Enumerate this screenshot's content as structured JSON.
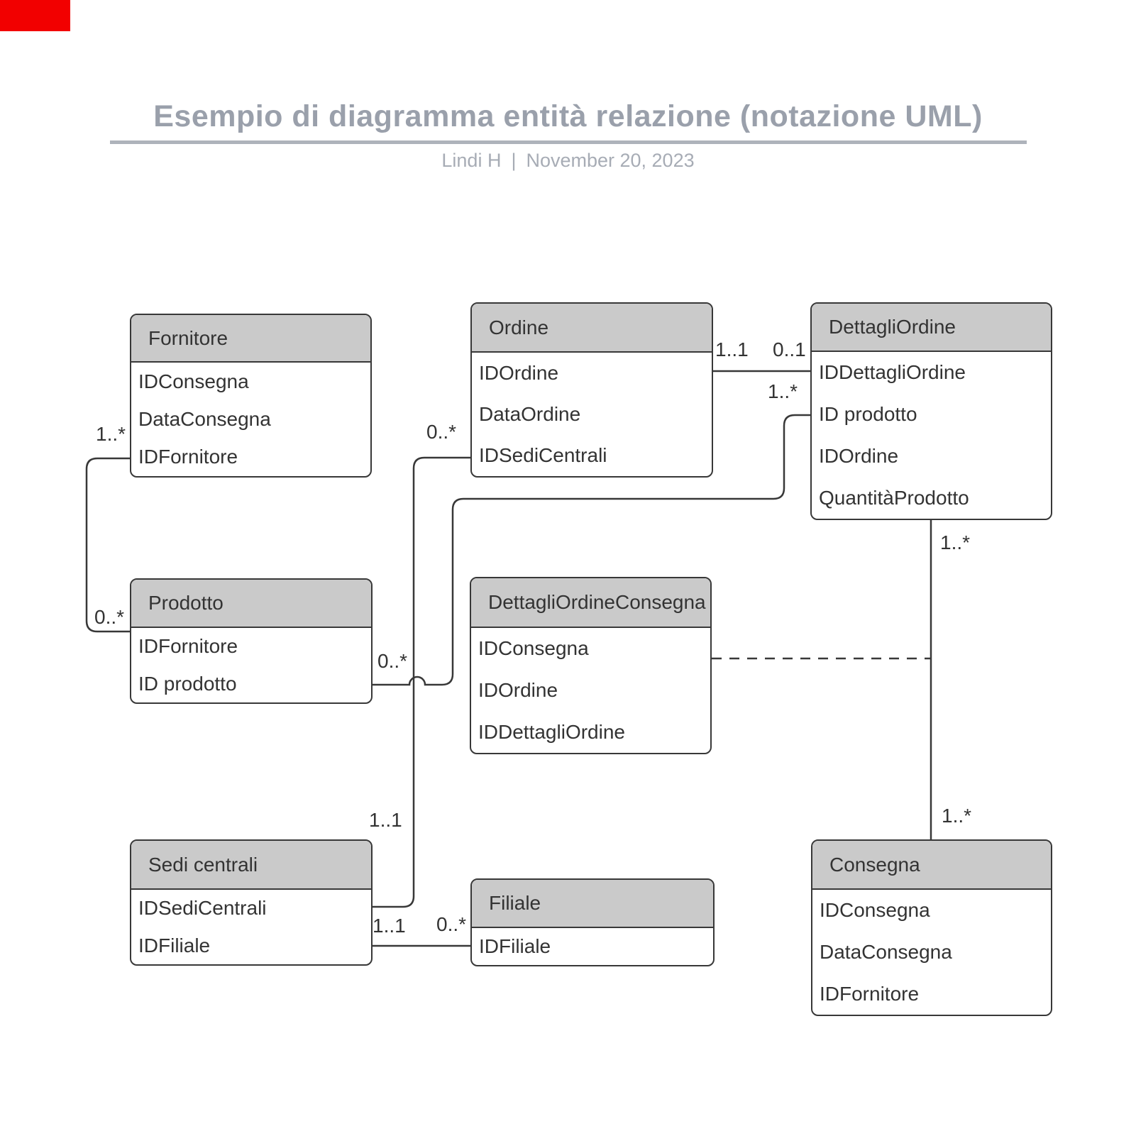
{
  "page": {
    "title": "Esempio di diagramma entità relazione (notazione UML)",
    "byline": {
      "author": "Lindi H",
      "separator": "|",
      "date": "November 20, 2023"
    }
  },
  "colors": {
    "background": "#ffffff",
    "entity_header_fill": "#cacaca",
    "entity_border": "#383838",
    "entity_text": "#333333",
    "connector_line": "#383838",
    "title_text": "#9aa0ab",
    "title_underline": "#aeb3bb",
    "byline_text": "#a7acb5",
    "corner_marker_red": "#f20000"
  },
  "entities": [
    {
      "name": "Fornitore",
      "attributes": [
        "IDConsegna",
        "DataConsegna",
        "IDFornitore"
      ]
    },
    {
      "name": "Ordine",
      "attributes": [
        "IDOrdine",
        "DataOrdine",
        "IDSediCentrali"
      ]
    },
    {
      "name": "DettagliOrdine",
      "attributes": [
        "IDDettagliOrdine",
        "ID prodotto",
        "IDOrdine",
        "QuantitàProdotto"
      ]
    },
    {
      "name": "Prodotto",
      "attributes": [
        "IDFornitore",
        "ID prodotto"
      ]
    },
    {
      "name": "DettagliOrdineConsegna",
      "attributes": [
        "IDConsegna",
        "IDOrdine",
        "IDDettagliOrdine"
      ]
    },
    {
      "name": "Sedi centrali",
      "attributes": [
        "IDSediCentrali",
        "IDFiliale"
      ]
    },
    {
      "name": "Filiale",
      "attributes": [
        "IDFiliale"
      ]
    },
    {
      "name": "Consegna",
      "attributes": [
        "IDConsegna",
        "DataConsegna",
        "IDFornitore"
      ]
    }
  ],
  "relationships": [
    {
      "from": "Fornitore",
      "to": "Prodotto",
      "from_card": "1..*",
      "to_card": "0..*",
      "style": "solid"
    },
    {
      "from": "Ordine",
      "to": "DettagliOrdine",
      "from_card": "1..1",
      "to_card": "0..1",
      "style": "solid"
    },
    {
      "from": "DettagliOrdine",
      "to": "Prodotto",
      "from_card": "1..*",
      "to_card": "0..*",
      "style": "solid"
    },
    {
      "from": "Ordine",
      "to": "Sedi centrali",
      "from_card": "0..*",
      "to_card": "1..1",
      "style": "solid"
    },
    {
      "from": "Sedi centrali",
      "to": "Filiale",
      "from_card": "1..1",
      "to_card": "0..*",
      "style": "solid"
    },
    {
      "from": "DettagliOrdine",
      "to": "Consegna",
      "from_card": "1..*",
      "to_card": "1..*",
      "style": "solid"
    },
    {
      "from": "DettagliOrdineConsegna",
      "to": "DettagliOrdine-Consegna",
      "from_card": "",
      "to_card": "",
      "style": "dashed"
    }
  ]
}
